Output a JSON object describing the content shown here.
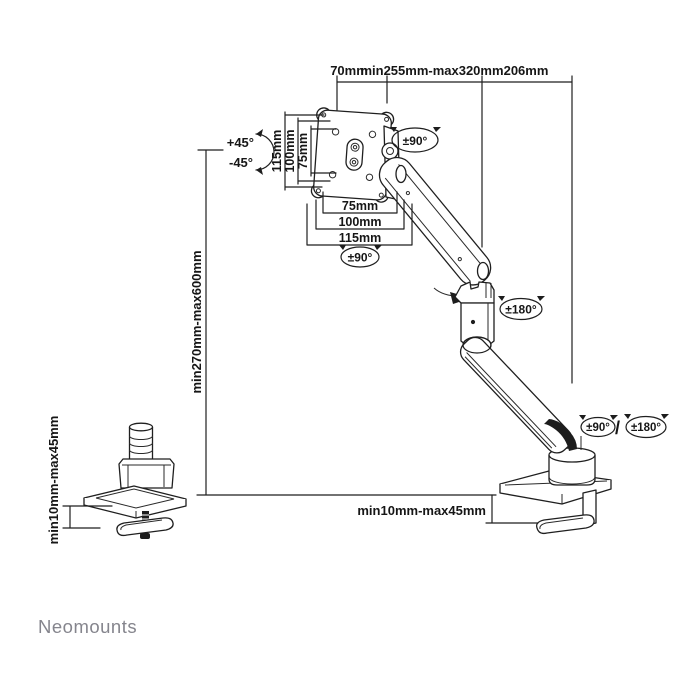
{
  "brand": {
    "name": "Neomounts"
  },
  "diagram": {
    "top_dims": [
      "70mm",
      "min255mm-max320mm",
      "206mm"
    ],
    "height_range": "min270mm-max600mm",
    "desk_thickness_main": "min10mm-max45mm",
    "desk_thickness_grommet": "min10mm-max45mm",
    "vesa_left": [
      "115mm",
      "100mm",
      "75mm"
    ],
    "vesa_bottom": [
      "75mm",
      "100mm",
      "115mm"
    ],
    "tilt_up": "+45°",
    "tilt_down": "-45°",
    "rot_vesa_swivel": "±90°",
    "rot_arm_swivel": "±90°",
    "rot_elbow": "±180°",
    "rot_base_swivel": "±90°",
    "rot_base_slash": "/",
    "rot_base_rotation": "±180°"
  },
  "colors": {
    "line": "#1f1f1f",
    "logo_gray": "#85858d",
    "background": "#ffffff"
  }
}
